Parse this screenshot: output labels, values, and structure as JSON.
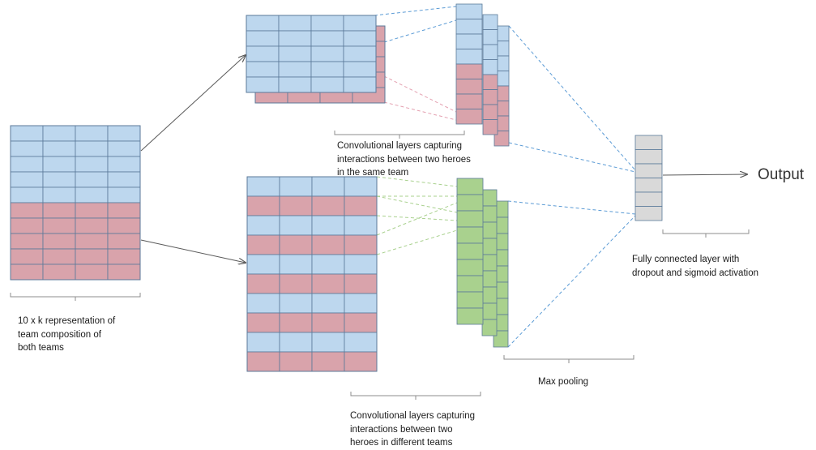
{
  "labels": {
    "input": "10 x k representation of\nteam composition of\nboth teams",
    "conv_same": "Convolutional layers capturing\ninteractions between two heroes\nin the same team",
    "conv_diff": "Convolutional layers capturing\ninteractions between two\nheroes in different teams",
    "max_pool": "Max pooling",
    "fc": "Fully connected layer with\ndropout and sigmoid activation",
    "output": "Output"
  },
  "colors": {
    "team_a": "#BDD7EE",
    "team_b": "#D9A3AB",
    "conv_diff_maps": "#A9D18E",
    "fc_cells": "#D9D9D9",
    "grid_line": "#5B7A9A",
    "blue_links": "#5B9BD5",
    "pink_links": "#E4A0B0",
    "green_links": "#A9D18E",
    "arrows": "#595959",
    "brackets": "#8C8C8C"
  }
}
